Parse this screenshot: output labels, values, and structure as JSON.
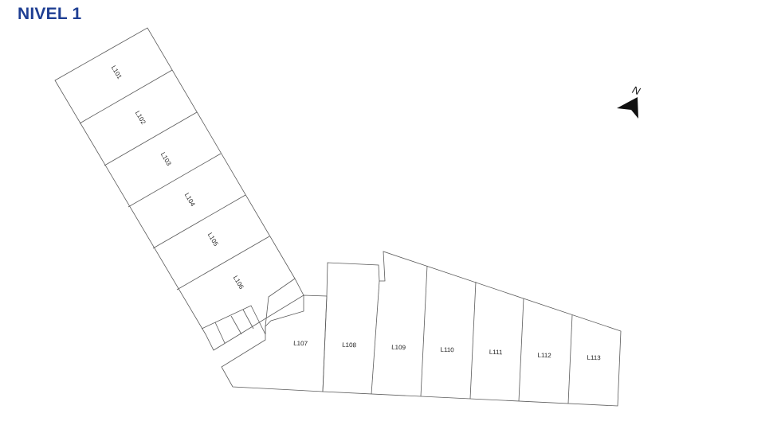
{
  "header": {
    "title": "NIVEL 1"
  },
  "colors": {
    "title": "#1f3f93",
    "lines": "#5a5a5a",
    "arrow": "#111111"
  },
  "north": {
    "label": "N",
    "icon": "north-arrow-icon"
  },
  "lots": [
    {
      "id": "L101"
    },
    {
      "id": "L102"
    },
    {
      "id": "L103"
    },
    {
      "id": "L104"
    },
    {
      "id": "L105"
    },
    {
      "id": "L106"
    },
    {
      "id": "L107"
    },
    {
      "id": "L108"
    },
    {
      "id": "L109"
    },
    {
      "id": "L110"
    },
    {
      "id": "L111"
    },
    {
      "id": "L112"
    },
    {
      "id": "L113"
    }
  ]
}
